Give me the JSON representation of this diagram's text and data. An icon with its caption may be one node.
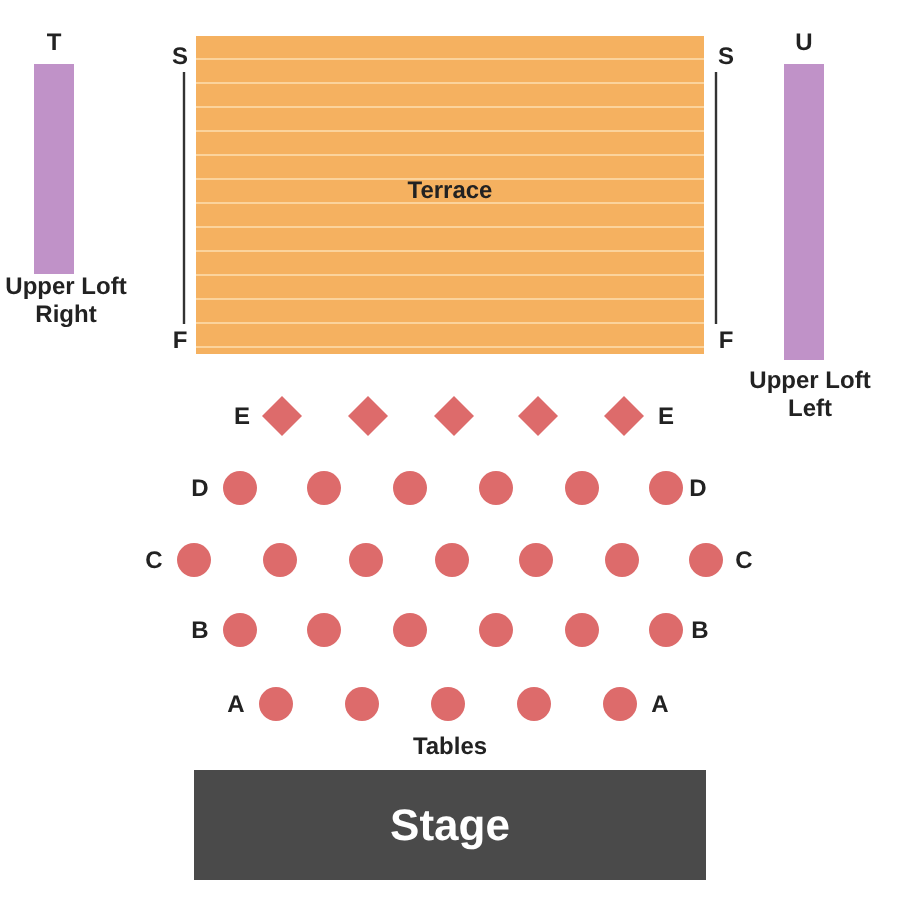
{
  "diagram": {
    "nodes": [
      {
        "text": [
          "Terrace"
        ]
      },
      {
        "text": [
          "Upper Loft Right"
        ],
        "beside": [
          "T"
        ]
      },
      {
        "text": [
          "Upper Loft Left"
        ],
        "beside": [
          "U"
        ]
      },
      {
        "text": [],
        "shape": "diamond"
      },
      {
        "text": [],
        "shape": "diamond"
      },
      {
        "text": [],
        "shape": "diamond"
      },
      {
        "text": [],
        "shape": "diamond"
      },
      {
        "text": [],
        "shape": "diamond"
      },
      {
        "text": [],
        "shape": "circle"
      },
      {
        "text": [],
        "shape": "circle"
      },
      {
        "text": [],
        "shape": "circle"
      },
      {
        "text": [],
        "shape": "circle"
      },
      {
        "text": [],
        "shape": "circle"
      },
      {
        "text": [],
        "shape": "circle"
      },
      {
        "text": [],
        "shape": "circle"
      },
      {
        "text": [],
        "shape": "circle"
      },
      {
        "text": [],
        "shape": "circle"
      },
      {
        "text": [],
        "shape": "circle"
      },
      {
        "text": [],
        "shape": "circle"
      },
      {
        "text": [],
        "shape": "circle"
      },
      {
        "text": [],
        "shape": "circle"
      },
      {
        "text": [],
        "shape": "circle"
      },
      {
        "text": [],
        "shape": "circle"
      },
      {
        "text": [],
        "shape": "circle"
      },
      {
        "text": [],
        "shape": "circle"
      },
      {
        "text": [],
        "shape": "circle"
      },
      {
        "text": [],
        "shape": "circle"
      },
      {
        "text": [],
        "shape": "circle"
      },
      {
        "text": [],
        "shape": "circle"
      },
      {
        "text": [],
        "shape": "circle"
      },
      {
        "text": [],
        "shape": "circle"
      },
      {
        "text": [],
        "shape": "circle"
      },
      {
        "text": [
          "Stage"
        ]
      }
    ],
    "labels": [
      "S",
      "S",
      "F",
      "F",
      "E",
      "E",
      "D",
      "D",
      "C",
      "C",
      "B",
      "B",
      "A",
      "A",
      "Tables"
    ]
  }
}
